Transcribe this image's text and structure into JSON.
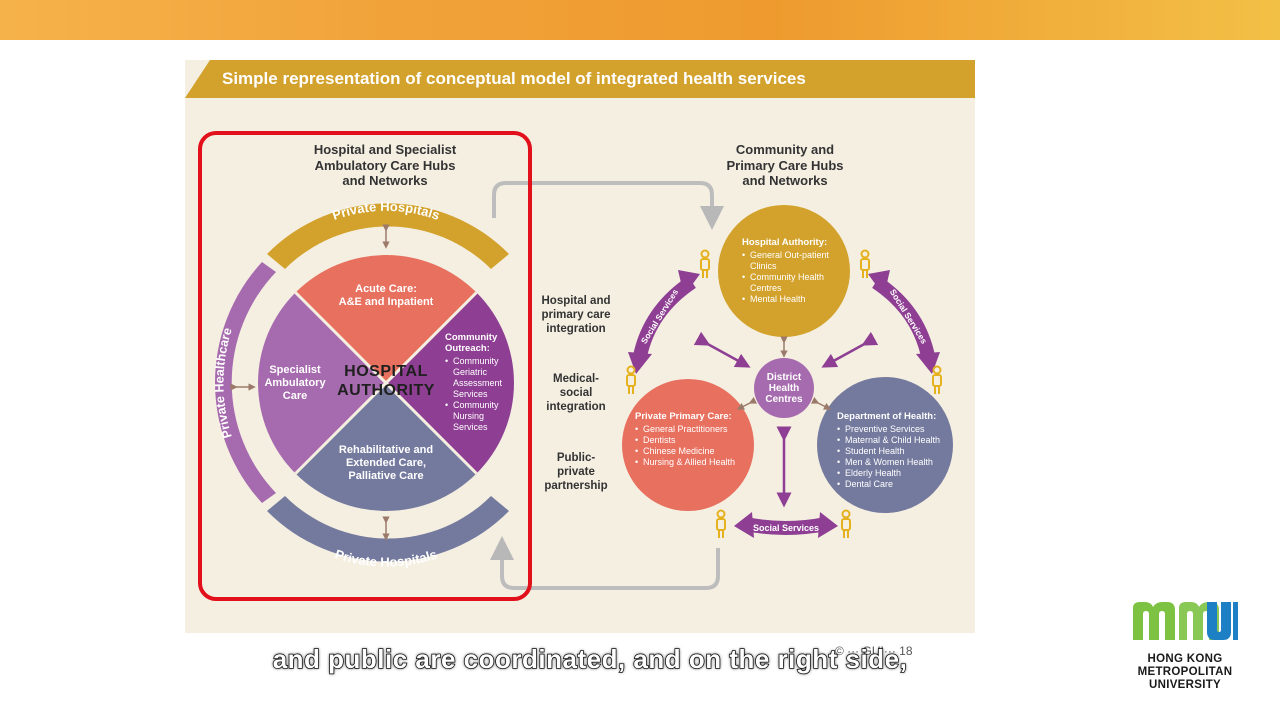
{
  "slide": {
    "title": "Simple representation of conceptual model of integrated health services",
    "left_hub_title": "Hospital and Specialist\nAmbulatory Care Hubs\nand Networks",
    "right_hub_title": "Community and\nPrimary Care Hubs\nand Networks",
    "private_hospitals_top": "Private Hospitals",
    "private_hospitals_bottom": "Private Hospitals",
    "private_healthcare": "Private Healthcare",
    "center_label_1": "HOSPITAL",
    "center_label_2": "AUTHORITY",
    "segments": {
      "acute": "Acute Care:\nA&E and Inpatient",
      "specialist": "Specialist\nAmbulatory\nCare",
      "rehab": "Rehabilitative and\nExtended Care,\nPalliative Care",
      "community_head": "Community\nOutreach:",
      "community_items": [
        "Community Geriatric Assessment Services",
        "Community Nursing Services"
      ]
    },
    "middle_labels": {
      "integration": "Hospital and\nprimary care\nintegration",
      "medical_social": "Medical-\nsocial\nintegration",
      "ppp": "Public-\nprivate\npartnership"
    },
    "ha_circle": {
      "head": "Hospital Authority:",
      "items": [
        "General Out-patient Clinics",
        "Community Health Centres",
        "Mental Health"
      ]
    },
    "district_circle": "District\nHealth\nCentres",
    "private_primary": {
      "head": "Private Primary Care:",
      "items": [
        "General Practitioners",
        "Dentists",
        "Chinese Medicine",
        "Nursing & Allied Health"
      ]
    },
    "doh_circle": {
      "head": "Department of Health:",
      "items": [
        "Preventive Services",
        "Maternal & Child Health",
        "Student Health",
        "Men & Women Health",
        "Elderly Health",
        "Dental Care"
      ]
    },
    "social_services_left": "Social Services",
    "social_services_right": "Social Services",
    "social_services_bottom": "Social Services",
    "copyright": "© ··· GUI··· 18"
  },
  "subtitle": "and public are coordinated, and on the right side,",
  "logo": {
    "text": "HONG KONG\nMETROPOLITAN\nUNIVERSITY"
  },
  "colors": {
    "gold": "#d3a22c",
    "salmon": "#e8705f",
    "purple": "#9b4c9f",
    "lilac": "#a66aae",
    "slate": "#747a9e",
    "red_box": "#e2101a",
    "logo_green": "#7dc242",
    "logo_blue": "#1d7fc4"
  }
}
